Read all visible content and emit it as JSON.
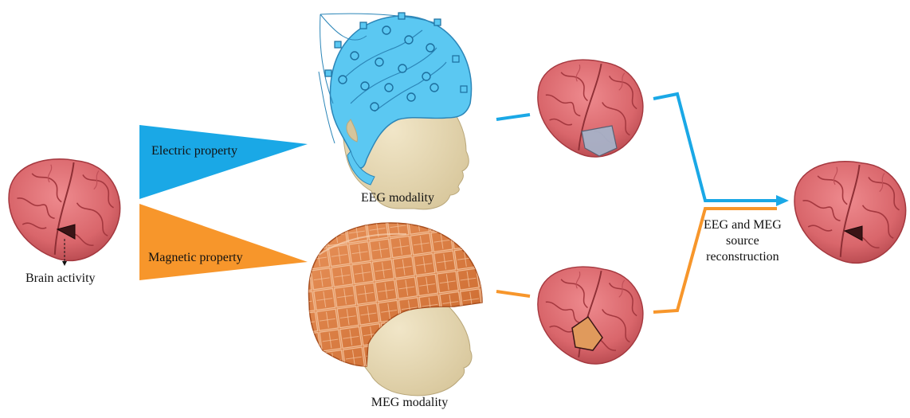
{
  "labels": {
    "brain_activity": "Brain activity",
    "electric_property": "Electric property",
    "magnetic_property": "Magnetic property",
    "eeg_modality": "EEG modality",
    "meg_modality": "MEG modality",
    "reconstruction_line1": "EEG and MEG",
    "reconstruction_line2": "source",
    "reconstruction_line3": "reconstruction"
  },
  "colors": {
    "eeg_blue": "#1AA8E6",
    "meg_orange": "#F7962B",
    "brain_pink": "#D9666B",
    "brain_dark": "#A4383F",
    "cap_blue": "#5BC8F2",
    "meg_helmet": "#D9772F",
    "skin": "#E6D7B2",
    "source_dark": "#3A1416",
    "eeg_source_fill": "#A7B2C8",
    "meg_source_fill": "#E09A5C"
  },
  "icons": {
    "brain": "brain-icon",
    "eeg_head": "eeg-cap-head-icon",
    "meg_head": "meg-helmet-head-icon"
  }
}
